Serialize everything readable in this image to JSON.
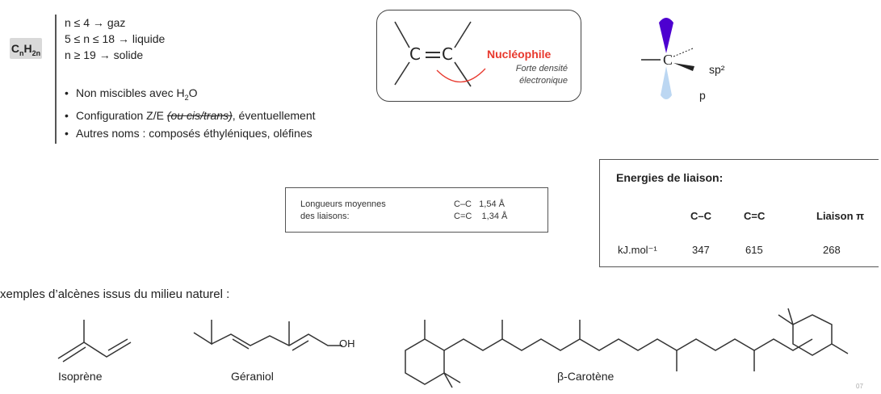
{
  "formula": {
    "base_c": "C",
    "sub_n": "n",
    "base_h": "H",
    "sub_2n": "2n"
  },
  "states": [
    "n ≤ 4 → gaz",
    "5 ≤ n ≤ 18 → liquide",
    "n ≥ 19 → solide"
  ],
  "bullets": {
    "miscibility_prefix": "Non miscibles avec H",
    "miscibility_sub": "2",
    "miscibility_suffix": "O",
    "config_prefix": "Configuration Z/E ",
    "config_strike": "(ou cis/trans)",
    "config_suffix": ", éventuellement",
    "other_names": "Autres noms : composés éthyléniques, oléfines"
  },
  "double_bond": {
    "left_atom": "C",
    "right_atom": "C",
    "nucleophile": "Nucléophile",
    "density_line1": "Forte densité",
    "density_line2": "électronique"
  },
  "orbital": {
    "center_atom": "C",
    "hybrid_label": "sp²",
    "p_label": "p"
  },
  "lengths": {
    "label_line1": "Longueurs moyennes",
    "label_line2": "des liaisons:",
    "row1": "C–C   1,54 Å",
    "row2": "C=C    1,34 Å"
  },
  "energies": {
    "title": "Energies de liaison:",
    "headers": [
      "C–C",
      "C=C",
      "Liaison π"
    ],
    "unit": "kJ.mol⁻¹",
    "values": [
      "347",
      "615",
      "268"
    ]
  },
  "examples": {
    "title": "xemples d’alcènes issus du milieu naturel :",
    "isoprene": "Isoprène",
    "geraniol": "Géraniol",
    "oh": "OH",
    "carotene": "β-Carotène"
  },
  "slide_number": "07"
}
